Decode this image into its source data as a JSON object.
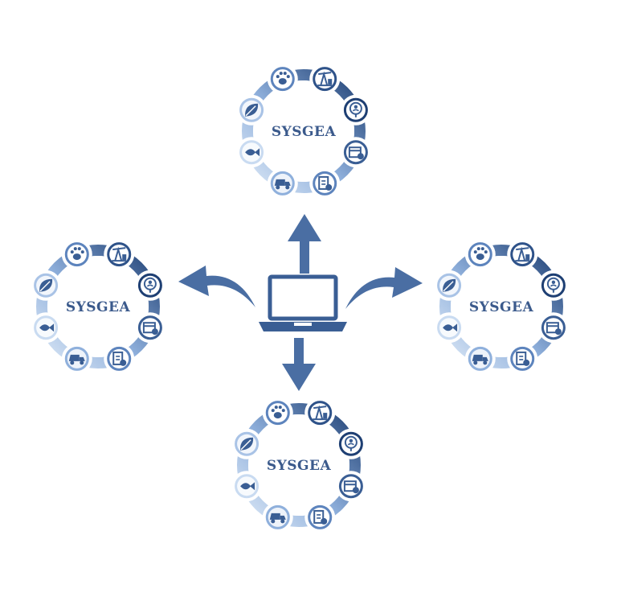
{
  "diagram": {
    "center_node": {
      "name": "laptop",
      "icon": "laptop-icon"
    },
    "hub_label": "SYSGEA",
    "hubs": [
      {
        "id": "top"
      },
      {
        "id": "left"
      },
      {
        "id": "right"
      },
      {
        "id": "bottom"
      }
    ],
    "ring_icons": [
      "oil-pump-icon",
      "user-location-icon",
      "calendar-icon",
      "report-icon",
      "dump-truck-icon",
      "fish-icon",
      "leaf-icon",
      "paw-icon"
    ],
    "colors": {
      "primary": "#3a5e94",
      "dark": "#1e3f73",
      "mid": "#5d84bd",
      "light": "#a9c3e6",
      "pale": "#dce8f6",
      "arrow": "#4a6ea3"
    }
  }
}
